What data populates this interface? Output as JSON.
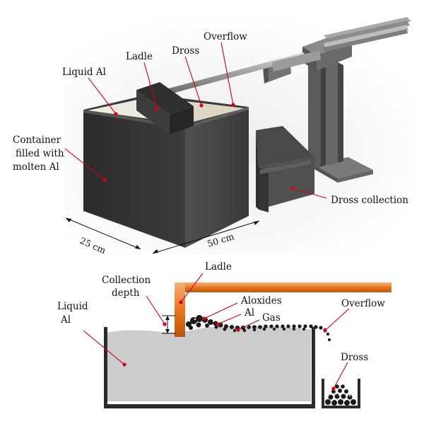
{
  "top_diagram": {
    "labels": {
      "liquid_al": "Liquid Al",
      "ladle": "Ladle",
      "dross": "Dross",
      "overflow": "Overflow",
      "container_line1": "Container",
      "container_line2": "filled with",
      "container_line3": "molten Al",
      "dross_collection": "Dross collection",
      "dim_depth": "25 cm",
      "dim_length": "50 cm"
    }
  },
  "bottom_diagram": {
    "labels": {
      "liquid_line1": "Liquid",
      "liquid_line2": "Al",
      "collection_line1": "Collection",
      "collection_line2": "depth",
      "ladle": "Ladle",
      "aloxides": "Aloxides",
      "al": "Al",
      "gas": "Gas",
      "overflow": "Overflow",
      "dross": "Dross"
    }
  },
  "colors": {
    "container_front": "#333333",
    "container_side": "#4a4a4a",
    "surface": "#ebe6da",
    "rod": "#8a8a8a",
    "frame": "#5c5c5c",
    "bath": "#cccccc",
    "ladle": "#e8761f",
    "leader": "#c8001e"
  }
}
